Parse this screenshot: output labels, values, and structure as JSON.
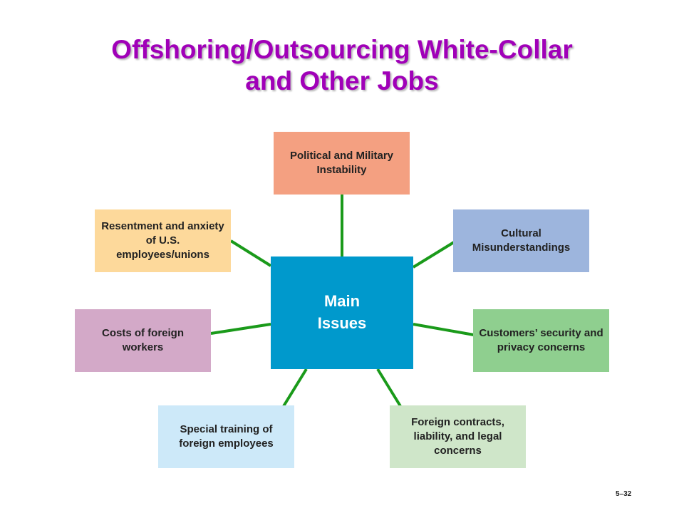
{
  "title": {
    "line1": "Offshoring/Outsourcing White-Collar",
    "line2": "and Other Jobs"
  },
  "center": {
    "label": "Main Issues"
  },
  "issues": [
    {
      "label": "Political and Military Instability",
      "color": "#f4a081"
    },
    {
      "label": "Cultural Misunderstandings",
      "color": "#9db5dd"
    },
    {
      "label": "Customers’ security and privacy concerns",
      "color": "#8fcf8f"
    },
    {
      "label": "Foreign contracts, liability, and legal concerns",
      "color": "#cfe6c9"
    },
    {
      "label": "Special training of foreign employees",
      "color": "#cde9f9"
    },
    {
      "label": "Costs of  foreign workers",
      "color": "#d3a9c8"
    },
    {
      "label": "Resentment and anxiety of U.S. employees/unions",
      "color": "#fdd99b"
    }
  ],
  "connector_color": "#1a9a1a",
  "slide_number": "5–32"
}
